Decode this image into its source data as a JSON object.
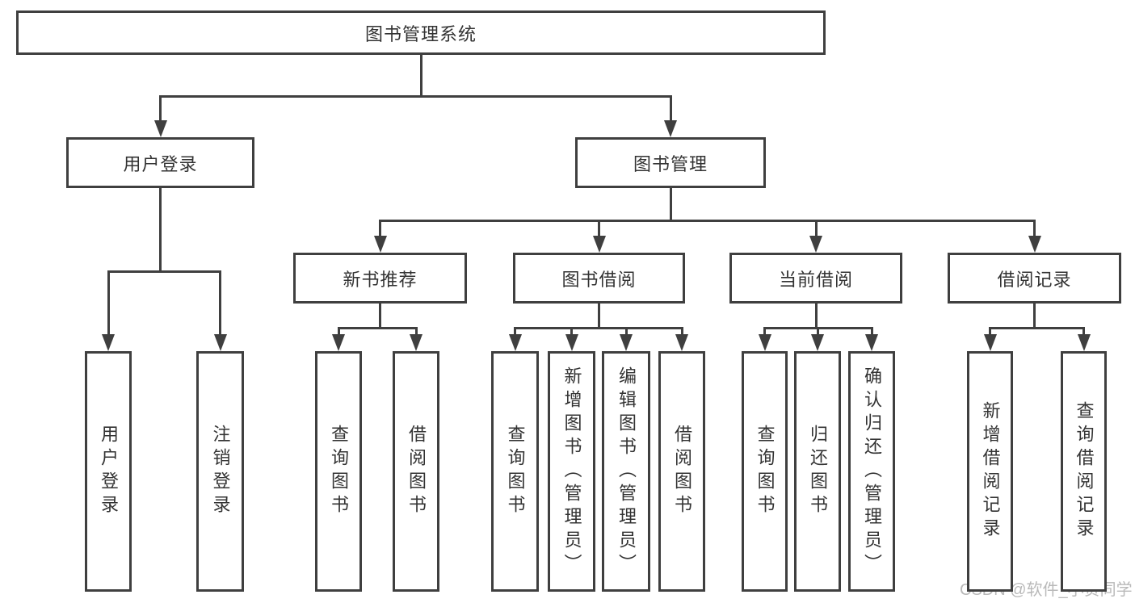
{
  "diagram": {
    "title": "图书管理系统",
    "nodes": [
      {
        "id": "root",
        "label": "图书管理系统",
        "parent": null
      },
      {
        "id": "user-login",
        "label": "用户登录",
        "parent": "root"
      },
      {
        "id": "book-mgmt",
        "label": "图书管理",
        "parent": "root"
      },
      {
        "id": "login-action",
        "label": "用户登录",
        "parent": "user-login"
      },
      {
        "id": "logout-action",
        "label": "注销登录",
        "parent": "user-login"
      },
      {
        "id": "new-book-rec",
        "label": "新书推荐",
        "parent": "book-mgmt"
      },
      {
        "id": "book-borrow",
        "label": "图书借阅",
        "parent": "book-mgmt"
      },
      {
        "id": "current-borrow",
        "label": "当前借阅",
        "parent": "book-mgmt"
      },
      {
        "id": "borrow-records",
        "label": "借阅记录",
        "parent": "book-mgmt"
      },
      {
        "id": "rec-query-book",
        "label": "查询图书",
        "parent": "new-book-rec"
      },
      {
        "id": "rec-borrow-book",
        "label": "借阅图书",
        "parent": "new-book-rec"
      },
      {
        "id": "bb-query-book",
        "label": "查询图书",
        "parent": "book-borrow"
      },
      {
        "id": "bb-add-book",
        "label": "新增图书（管理员）",
        "parent": "book-borrow"
      },
      {
        "id": "bb-edit-book",
        "label": "编辑图书（管理员）",
        "parent": "book-borrow"
      },
      {
        "id": "bb-borrow-book",
        "label": "借阅图书",
        "parent": "book-borrow"
      },
      {
        "id": "cb-query-book",
        "label": "查询图书",
        "parent": "current-borrow"
      },
      {
        "id": "cb-return-book",
        "label": "归还图书",
        "parent": "current-borrow"
      },
      {
        "id": "cb-confirm-return",
        "label": "确认归还（管理员）",
        "parent": "current-borrow"
      },
      {
        "id": "br-add-record",
        "label": "新增借阅记录",
        "parent": "borrow-records"
      },
      {
        "id": "br-query-record",
        "label": "查询借阅记录",
        "parent": "borrow-records"
      }
    ],
    "watermark": "CSDN @软件_小贺同学",
    "colors": {
      "line": "#3f3f3f",
      "box_fill": "#ffffff",
      "text": "#333333",
      "watermark": "#b9b9b9"
    }
  }
}
